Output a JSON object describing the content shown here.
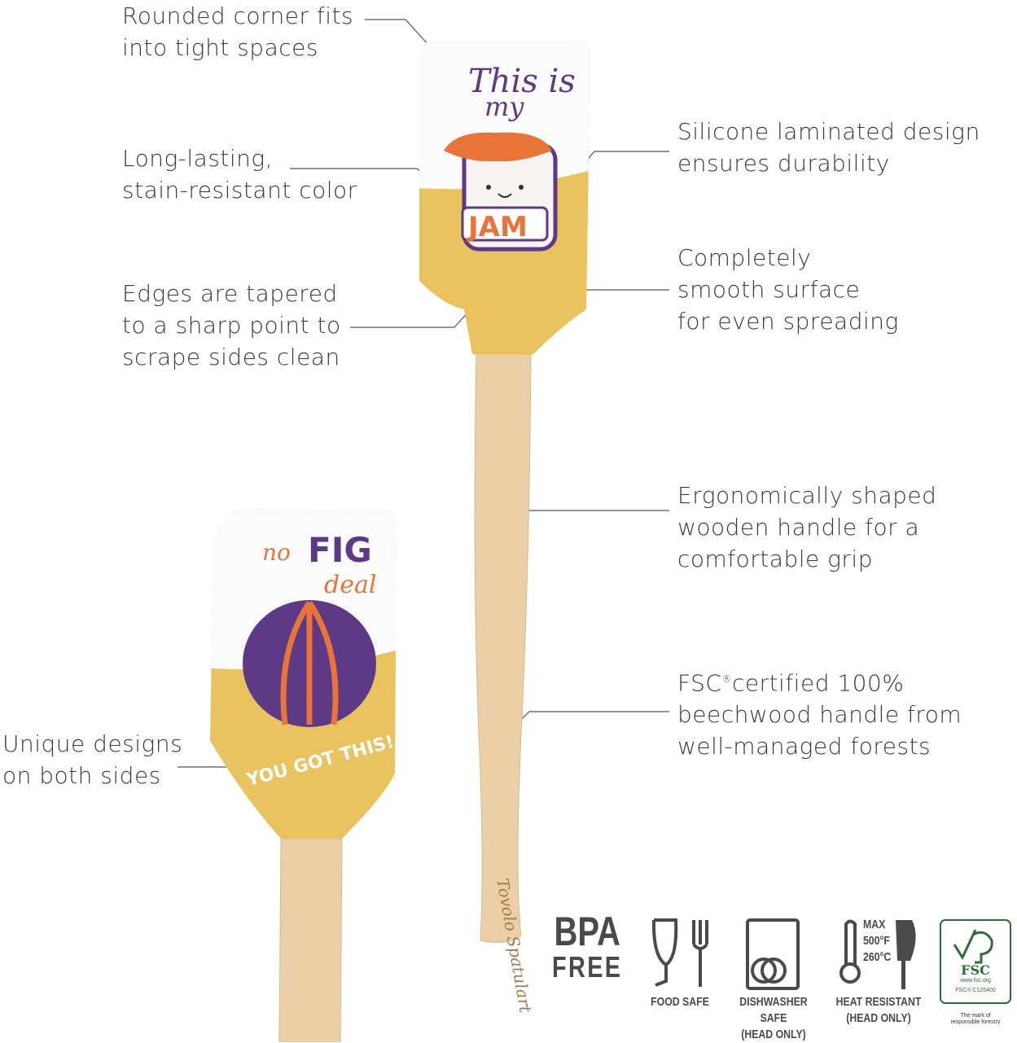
{
  "callouts": {
    "rounded_corner": [
      "Rounded corner fits",
      "into tight spaces"
    ],
    "long_lasting": [
      "Long-lasting,",
      "stain-resistant color"
    ],
    "edges": [
      "Edges are tapered",
      "to a sharp point to",
      "scrape sides clean"
    ],
    "silicone": [
      "Silicone laminated design",
      "ensures durability"
    ],
    "smooth": [
      "Completely",
      "smooth surface",
      "for even spreading"
    ],
    "ergonomic": [
      "Ergonomically shaped",
      "wooden handle for a",
      "comfortable grip"
    ],
    "fsc": {
      "prefix": "FSC",
      "mark": "®",
      "rest": "certified 100%",
      "lines": [
        "beechwood handle from",
        "well-managed forests"
      ]
    },
    "unique": [
      "Unique designs",
      "on both sides"
    ]
  },
  "spatula_front": {
    "line1": "This is",
    "line2": "my",
    "label": "JAM",
    "brand": "Tovolo Spatulart"
  },
  "spatula_back": {
    "no": "no",
    "fig": "FIG",
    "deal": "deal",
    "slogan": "YOU GOT THIS!"
  },
  "badges": {
    "bpa": [
      "BPA",
      "FREE"
    ],
    "food_safe": "FOOD SAFE",
    "dishwasher": [
      "DISHWASHER SAFE",
      "(HEAD ONLY)"
    ],
    "heat": {
      "max": "MAX",
      "f": "500°F",
      "c": "260°C",
      "lines": [
        "HEAT RESISTANT",
        "(HEAD ONLY)"
      ]
    },
    "fsc": {
      "name": "FSC",
      "url": "www.fsc.org",
      "code": "FSC® C125400",
      "tagline": [
        "The mark of",
        "responsible forestry"
      ]
    }
  },
  "colors": {
    "yellow": "#e8c35f",
    "wood": "#ebcfa6",
    "purple": "#5e3a86",
    "orange": "#e8743a",
    "text": "#3a3a3a",
    "fsc_green": "#2f6b3a"
  }
}
